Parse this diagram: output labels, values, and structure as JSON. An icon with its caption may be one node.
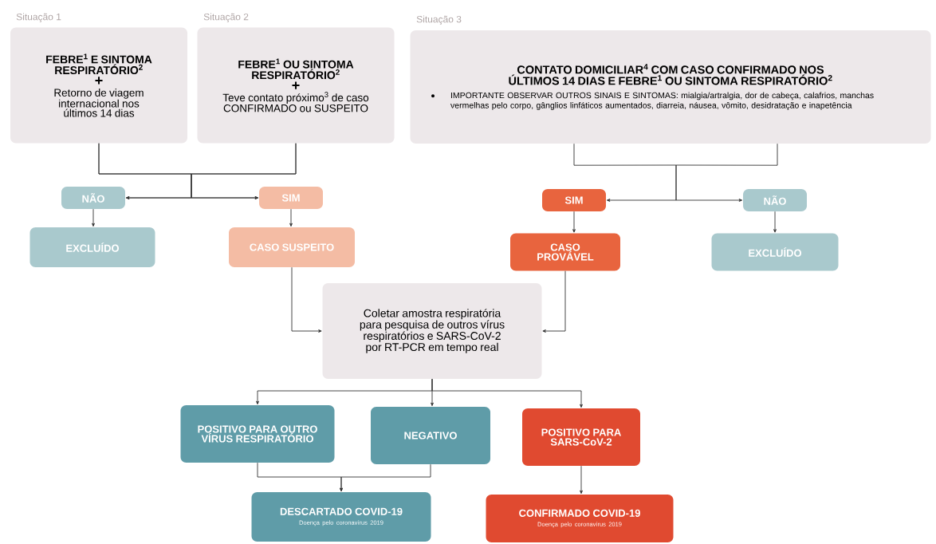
{
  "diagram": {
    "nodes": [
      {
        "text": [
          "FEBRE$^{1}$ E SINTOMA RESPIRATÓRIO$^{2}$",
          "+",
          "Retorno de viagem internacional nos últimos 14 dias"
        ],
        "beside": [
          "Situação 1"
        ]
      },
      {
        "text": [
          "FEBRE$^{1}$ OU SINTOMA RESPIRATÓRIO$^{2}$",
          "+",
          "Teve contato próximo$^{3}$ de caso CONFIRMADO ou SUSPEITO"
        ],
        "beside": [
          "Situação 2"
        ]
      },
      {
        "text": [
          "CONTATO DOMICILIAR$^{4}$ COM CASO CONFIRMADO NOS ÚLTIMOS 14 DIAS E FEBRE$^{1}$ OU SINTOMA RESPIRATÓRIO$^{2}$",
          "IMPORTANTE OBSERVAR OUTROS SINAIS E SINTOMAS: mialgia/artralgia, dor de cabeça, calafrios, manchas vermelhas pelo corpo, gânglios linfáticos aumentados, diarreia, náusea, vômito, desidratação e inapetência"
        ],
        "beside": [
          "Situação 3"
        ]
      },
      {
        "text": [
          "NÃO"
        ]
      },
      {
        "text": [
          "SIM"
        ]
      },
      {
        "text": [
          "EXCLUÍDO"
        ]
      },
      {
        "text": [
          "CASO SUSPEITO"
        ]
      },
      {
        "text": [
          "SIM"
        ]
      },
      {
        "text": [
          "NÃO"
        ]
      },
      {
        "text": [
          "CASO PROVÁVEL"
        ]
      },
      {
        "text": [
          "EXCLUÍDO"
        ]
      },
      {
        "text": [
          "Coletar amostra respiratória para pesquisa de outros vírus respiratórios e SARS-CoV-2 por RT-PCR em tempo real"
        ]
      },
      {
        "text": [
          "POSITIVO PARA OUTRO VÍRUS RESPIRATÓRIO"
        ]
      },
      {
        "text": [
          "NEGATIVO"
        ]
      },
      {
        "text": [
          "POSITIVO PARA SARS-CoV-2"
        ]
      },
      {
        "text": [
          "DESCARTADO COVID-19",
          "Doença pelo coronavírus 2019"
        ]
      },
      {
        "text": [
          "CONFIRMADO COVID-19",
          "Doença pelo coronavírus 2019"
        ]
      }
    ],
    "edges": [
      {
        "from": 0,
        "to": 3,
        "arrow": "to"
      },
      {
        "from": 0,
        "to": 4,
        "arrow": "to"
      },
      {
        "from": 1,
        "to": 3,
        "arrow": "to"
      },
      {
        "from": 1,
        "to": 4,
        "arrow": "to"
      },
      {
        "from": 2,
        "to": 7,
        "arrow": "to"
      },
      {
        "from": 2,
        "to": 8,
        "arrow": "to"
      },
      {
        "from": 3,
        "to": 5,
        "arrow": "to"
      },
      {
        "from": 4,
        "to": 6,
        "arrow": "to"
      },
      {
        "from": 7,
        "to": 9,
        "arrow": "to"
      },
      {
        "from": 8,
        "to": 10,
        "arrow": "to"
      },
      {
        "from": 6,
        "to": 11,
        "arrow": "to"
      },
      {
        "from": 9,
        "to": 11,
        "arrow": "to"
      },
      {
        "from": 11,
        "to": 12,
        "arrow": "to"
      },
      {
        "from": 11,
        "to": 13,
        "arrow": "to"
      },
      {
        "from": 11,
        "to": 14,
        "arrow": "to"
      },
      {
        "from": 12,
        "to": 15,
        "arrow": "to"
      },
      {
        "from": 13,
        "to": 15,
        "arrow": "to"
      },
      {
        "from": 14,
        "to": 16,
        "arrow": "to"
      }
    ]
  }
}
